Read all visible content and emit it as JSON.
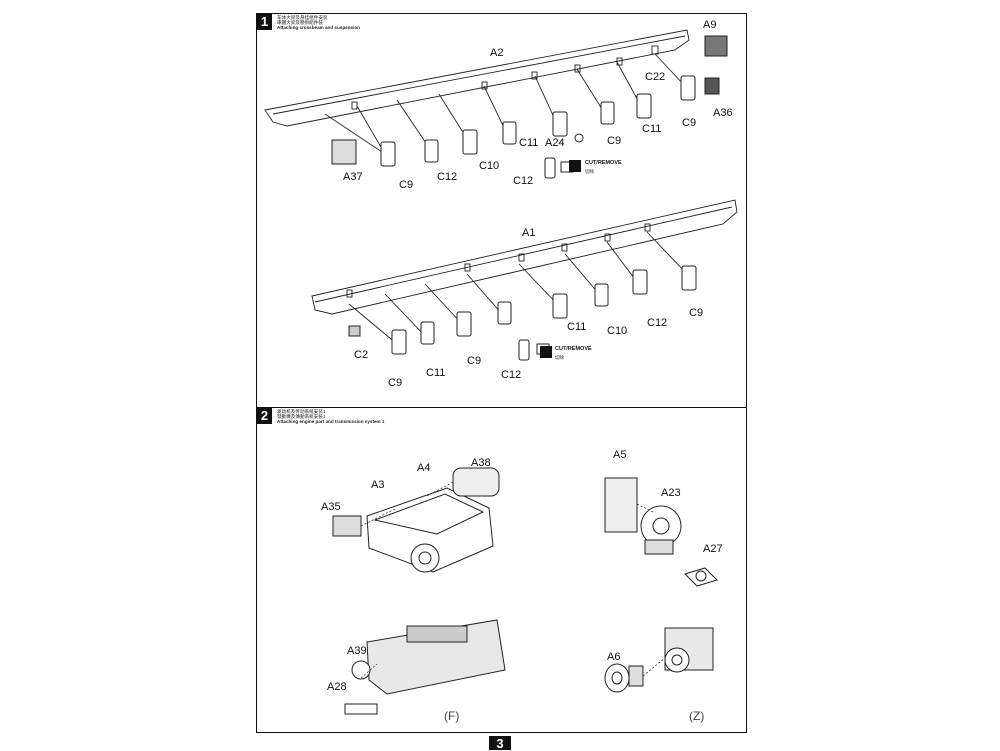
{
  "step1": {
    "number": "1",
    "title_cn_1": "车体大梁及悬挂组件安装",
    "title_cn_2": "車體大梁及懸掛組件裝",
    "title_en": "Attaching crossbeam and suspension",
    "upper_labels": [
      "A2",
      "A9",
      "C22",
      "C9",
      "A36",
      "C11",
      "A24",
      "C9",
      "C11",
      "C10",
      "C12",
      "C9",
      "A37",
      "C12"
    ],
    "lower_labels": [
      "A1",
      "C9",
      "C12",
      "C10",
      "C11",
      "C2",
      "C9",
      "C11",
      "C9",
      "C12"
    ],
    "cut": {
      "en": "CUT/REMOVE",
      "cn": "切除"
    }
  },
  "step2": {
    "number": "2",
    "title_cn_1": "发动机及传动系统安装1",
    "title_cn_2": "發動機及傳動系統安裝1",
    "title_en": "Attaching engine part and transmission system 1",
    "labels": [
      "A4",
      "A38",
      "A3",
      "A35",
      "A5",
      "A23",
      "A27",
      "A39",
      "A28",
      "A6"
    ],
    "sub_labels": [
      "(F)",
      "(Z)"
    ]
  },
  "page_number": "3"
}
